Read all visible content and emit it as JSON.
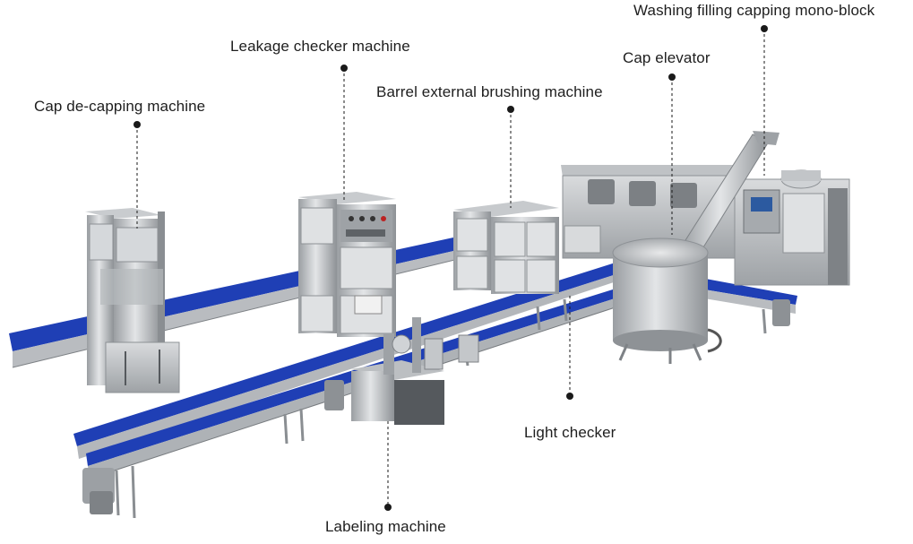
{
  "labels": {
    "washing_filling_capping": "Washing filling capping mono-block",
    "leakage_checker": "Leakage checker machine",
    "cap_elevator": "Cap elevator",
    "barrel_external_brushing": "Barrel external brushing machine",
    "cap_decapping": "Cap de-capping machine",
    "light_checker": "Light checker",
    "labeling_machine": "Labeling machine"
  },
  "colors": {
    "conveyor_blue": "#1f3fb5",
    "steel_light": "#d6d8da",
    "steel_mid": "#a9adb1",
    "steel_dark": "#6d7175",
    "leader": "#1a1a1a"
  }
}
